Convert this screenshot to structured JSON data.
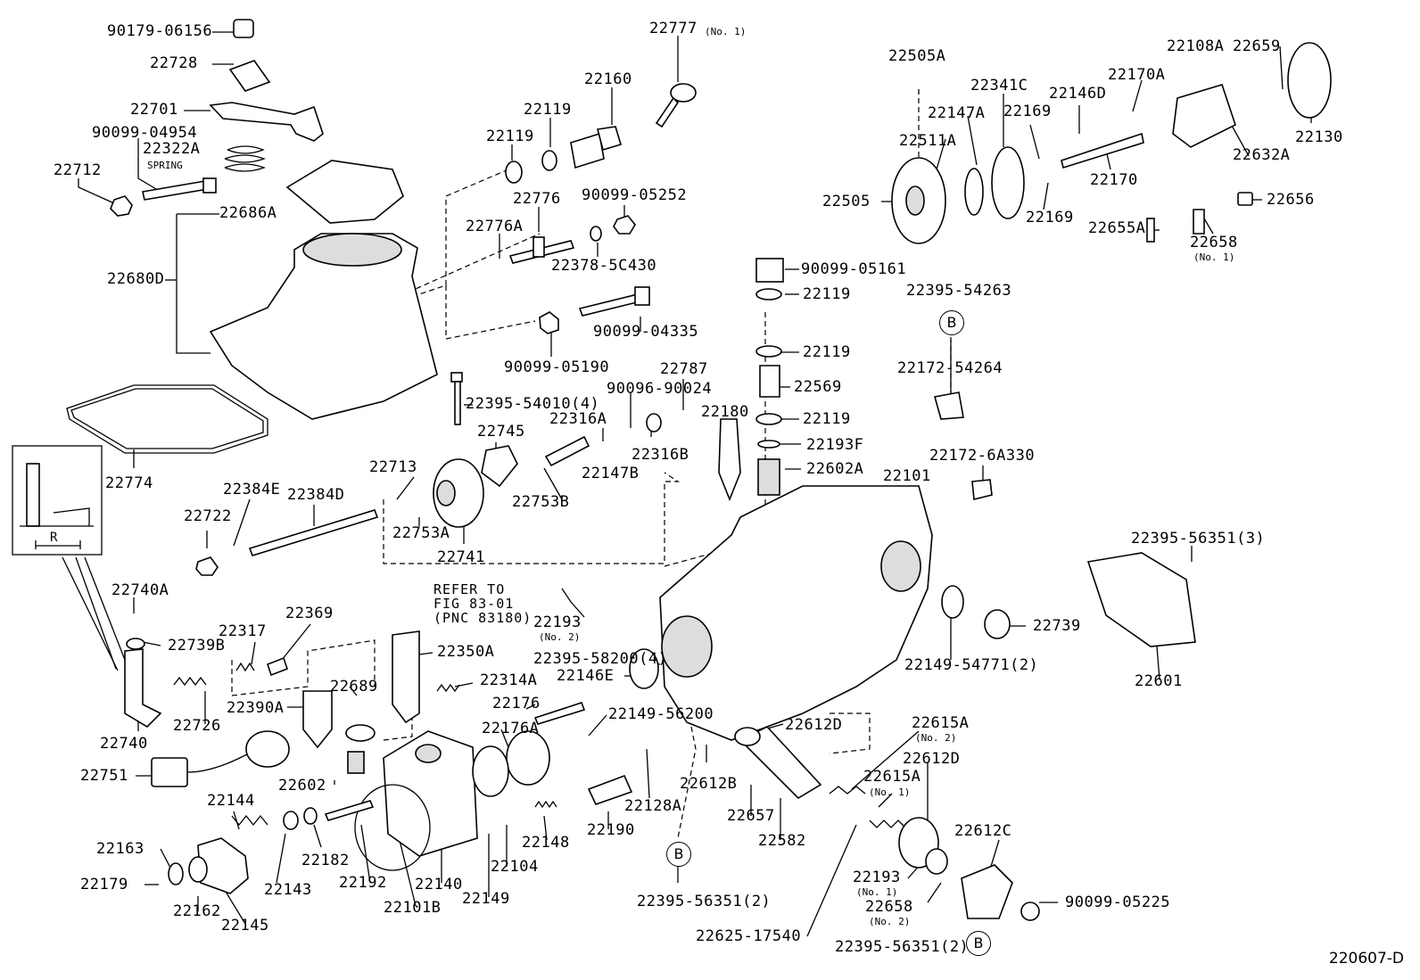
{
  "diagram_code": "220607-D",
  "callout_badge": "B",
  "refer_note": [
    "REFER TO",
    "FIG 83-01",
    "(PNC 83180)"
  ],
  "parts": {
    "p90179_06156": "90179-06156",
    "p22728": "22728",
    "p22701": "22701",
    "p90099_04954": "90099-04954",
    "p22322A": "22322A",
    "p22322A_sub": "SPRING",
    "p22712": "22712",
    "p22686A": "22686A",
    "p22680D": "22680D",
    "p22774": "22774",
    "p22777": "22777",
    "p22777_sub": "(No. 1)",
    "p22160": "22160",
    "p22119_a": "22119",
    "p22119_b": "22119",
    "p22776": "22776",
    "p90099_05252": "90099-05252",
    "p22776A": "22776A",
    "p22378_5C430": "22378-5C430",
    "p90099_04335": "90099-04335",
    "p90099_05190": "90099-05190",
    "p22395_54010": "22395-54010(4)",
    "p22787": "22787",
    "p90096_90024": "90096-90024",
    "p22316A": "22316A",
    "p22745": "22745",
    "p22316B": "22316B",
    "p22147B": "22147B",
    "p22713": "22713",
    "p22753B": "22753B",
    "p22384E": "22384E",
    "p22384D": "22384D",
    "p22722": "22722",
    "p22753A": "22753A",
    "p22741": "22741",
    "p22505A": "22505A",
    "p22341C": "22341C",
    "p22108A": "22108A",
    "p22659": "22659",
    "p22170A": "22170A",
    "p22146D": "22146D",
    "p22147A": "22147A",
    "p22169_a": "22169",
    "p22511A": "22511A",
    "p22130": "22130",
    "p22632A": "22632A",
    "p22170": "22170",
    "p22505": "22505",
    "p22169_b": "22169",
    "p22656": "22656",
    "p22655A": "22655A",
    "p22658_top": "22658",
    "p22658_top_sub": "(No. 1)",
    "p90099_05161": "90099-05161",
    "p22119_c": "22119",
    "p22395_54263": "22395-54263",
    "p22172_54264": "22172-54264",
    "p22119_d": "22119",
    "p22569": "22569",
    "p22180": "22180",
    "p22119_e": "22119",
    "p22193F": "22193F",
    "p22602A": "22602A",
    "p22101": "22101",
    "p22172_6A330": "22172-6A330",
    "p22395_56351_3": "22395-56351(3)",
    "p22740A": "22740A",
    "p22739B": "22739B",
    "p22317": "22317",
    "p22369": "22369",
    "p22350A": "22350A",
    "p22193_no2": "22193",
    "p22193_no2_sub": "(No. 2)",
    "p22395_58200": "22395-58200(4)",
    "p22146E": "22146E",
    "p22739": "22739",
    "p22149_54771": "22149-54771(2)",
    "p22601": "22601",
    "p22314A": "22314A",
    "p22689": "22689",
    "p22390A": "22390A",
    "p22176": "22176",
    "p22740": "22740",
    "p22726": "22726",
    "p22149_56200": "22149-56200",
    "p22612D_a": "22612D",
    "p22176A": "22176A",
    "p22615A_a": "22615A",
    "p22615A_a_sub": "(No. 2)",
    "p22751": "22751",
    "p22612D_b": "22612D",
    "p22602": "22602",
    "p22612B": "22612B",
    "p22615A_b": "22615A",
    "p22615A_b_sub": "(No. 1)",
    "p22144": "22144",
    "p22128A": "22128A",
    "p22657": "22657",
    "p22190": "22190",
    "p22148": "22148",
    "p22612C": "22612C",
    "p22582": "22582",
    "p22163": "22163",
    "p22182": "22182",
    "p22104": "22104",
    "p22193_no1": "22193",
    "p22193_no1_sub": "(No. 1)",
    "p22179": "22179",
    "p22143": "22143",
    "p22192": "22192",
    "p22140": "22140",
    "p22149": "22149",
    "p22658_no2": "22658",
    "p22658_no2_sub": "(No. 2)",
    "p90099_05225": "90099-05225",
    "p22162": "22162",
    "p22101B": "22101B",
    "p22395_56351_2a": "22395-56351(2)",
    "p22145": "22145",
    "p22625_17540": "22625-17540",
    "p22395_56351_2b": "22395-56351(2)",
    "inset_dim": "R"
  }
}
